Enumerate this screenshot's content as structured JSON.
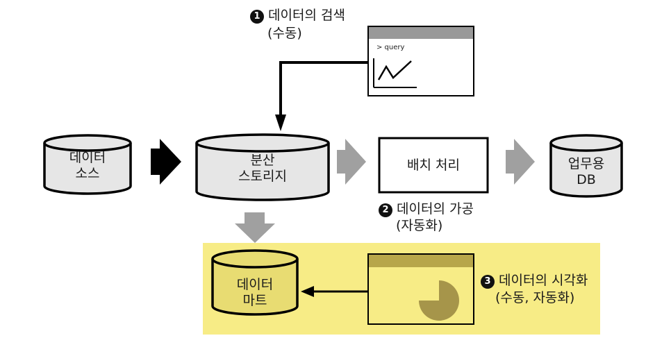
{
  "nodes": {
    "data_source": [
      "데이터",
      "소스"
    ],
    "distributed_storage": [
      "분산",
      "스토리지"
    ],
    "batch_processing": "배치 처리",
    "business_db": [
      "업무용",
      "DB"
    ],
    "data_mart": [
      "데이터",
      "마트"
    ]
  },
  "steps": {
    "search": {
      "number": "1",
      "title": "데이터의 검색",
      "mode": "(수동)"
    },
    "processing": {
      "number": "2",
      "title": "데이터의 가공",
      "mode": "(자동화)"
    },
    "visualization": {
      "number": "3",
      "title": "데이터의 시각화",
      "mode": "(수동, 자동화)"
    }
  },
  "query_window": {
    "prompt": "> query"
  },
  "colors": {
    "cylinder_fill": "#e6e6e6",
    "mart_fill": "#e8dc72",
    "highlight_area": "#f7ec86",
    "window_titlebar": "#999999",
    "window_titlebar_yellow": "#b7a64a",
    "pie": "#a6954a",
    "arrow_black": "#000000",
    "arrow_gray": "#a0a0a0"
  }
}
